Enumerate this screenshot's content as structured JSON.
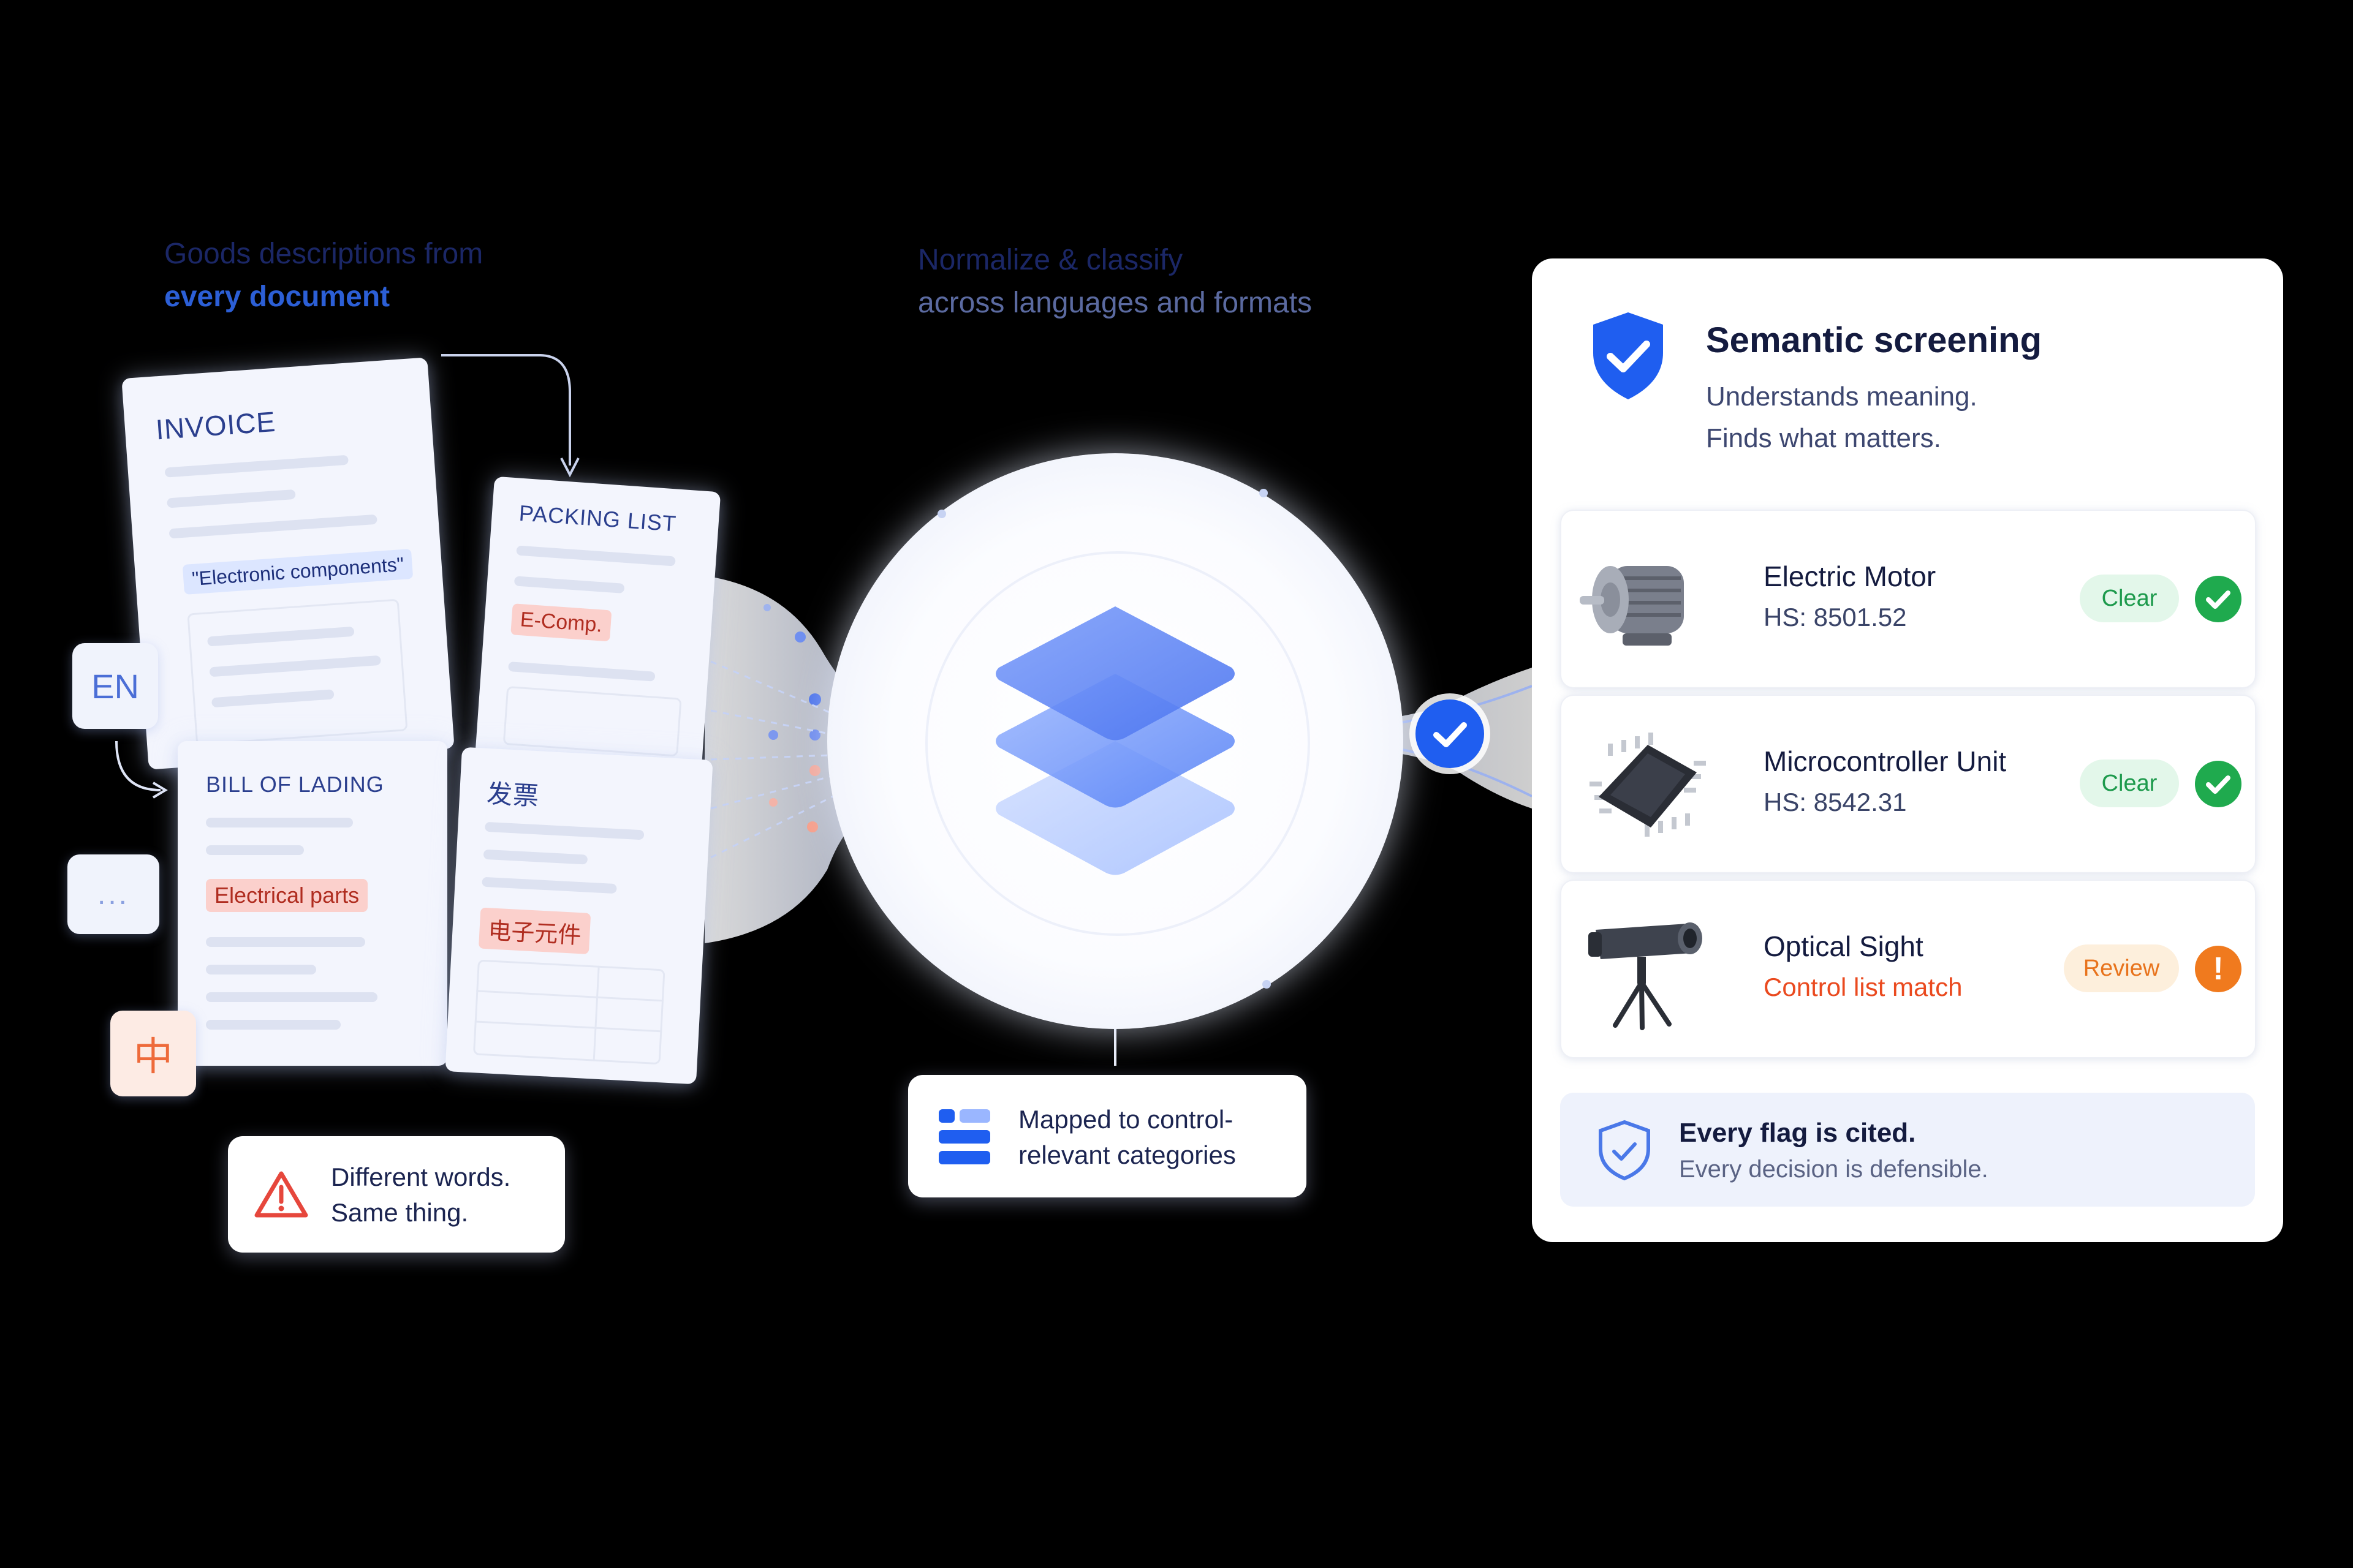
{
  "left": {
    "heading_line1": "Goods descriptions from",
    "heading_line2": "every document",
    "lang_en": "EN",
    "lang_more": "...",
    "lang_zh": "中",
    "docs": {
      "invoice": {
        "title": "INVOICE",
        "snippet": "\"Electronic components\""
      },
      "packing": {
        "title": "PACKING LIST",
        "snippet": "E-Comp."
      },
      "bol": {
        "title": "BILL OF LADING",
        "snippet": "Electrical parts"
      },
      "fapiao": {
        "title": "发票",
        "snippet": "电子元件"
      }
    },
    "callout_line1": "Different words.",
    "callout_line2": "Same thing."
  },
  "middle": {
    "heading_line1": "Normalize & classify",
    "heading_line2": "across languages and formats",
    "callout_line1": "Mapped to control-",
    "callout_line2": "relevant categories"
  },
  "panel": {
    "title": "Semantic screening",
    "sub_line1": "Understands meaning.",
    "sub_line2": "Finds what matters.",
    "items": [
      {
        "name": "Electric Motor",
        "detail": "HS: 8501.52",
        "status": "Clear",
        "icon": "electric-motor-image"
      },
      {
        "name": "Microcontroller Unit",
        "detail": "HS: 8542.31",
        "status": "Clear",
        "icon": "microchip-image"
      },
      {
        "name": "Optical Sight",
        "detail": "Control list match",
        "status": "Review",
        "icon": "optical-sight-image"
      }
    ],
    "footer_line1": "Every flag is cited.",
    "footer_line2": "Every decision is defensible."
  },
  "colors": {
    "accent_blue": "#1f5ef0",
    "clear_green": "#1faa4e",
    "review_orange": "#f07a1e",
    "alert_red": "#ea4a1f"
  }
}
